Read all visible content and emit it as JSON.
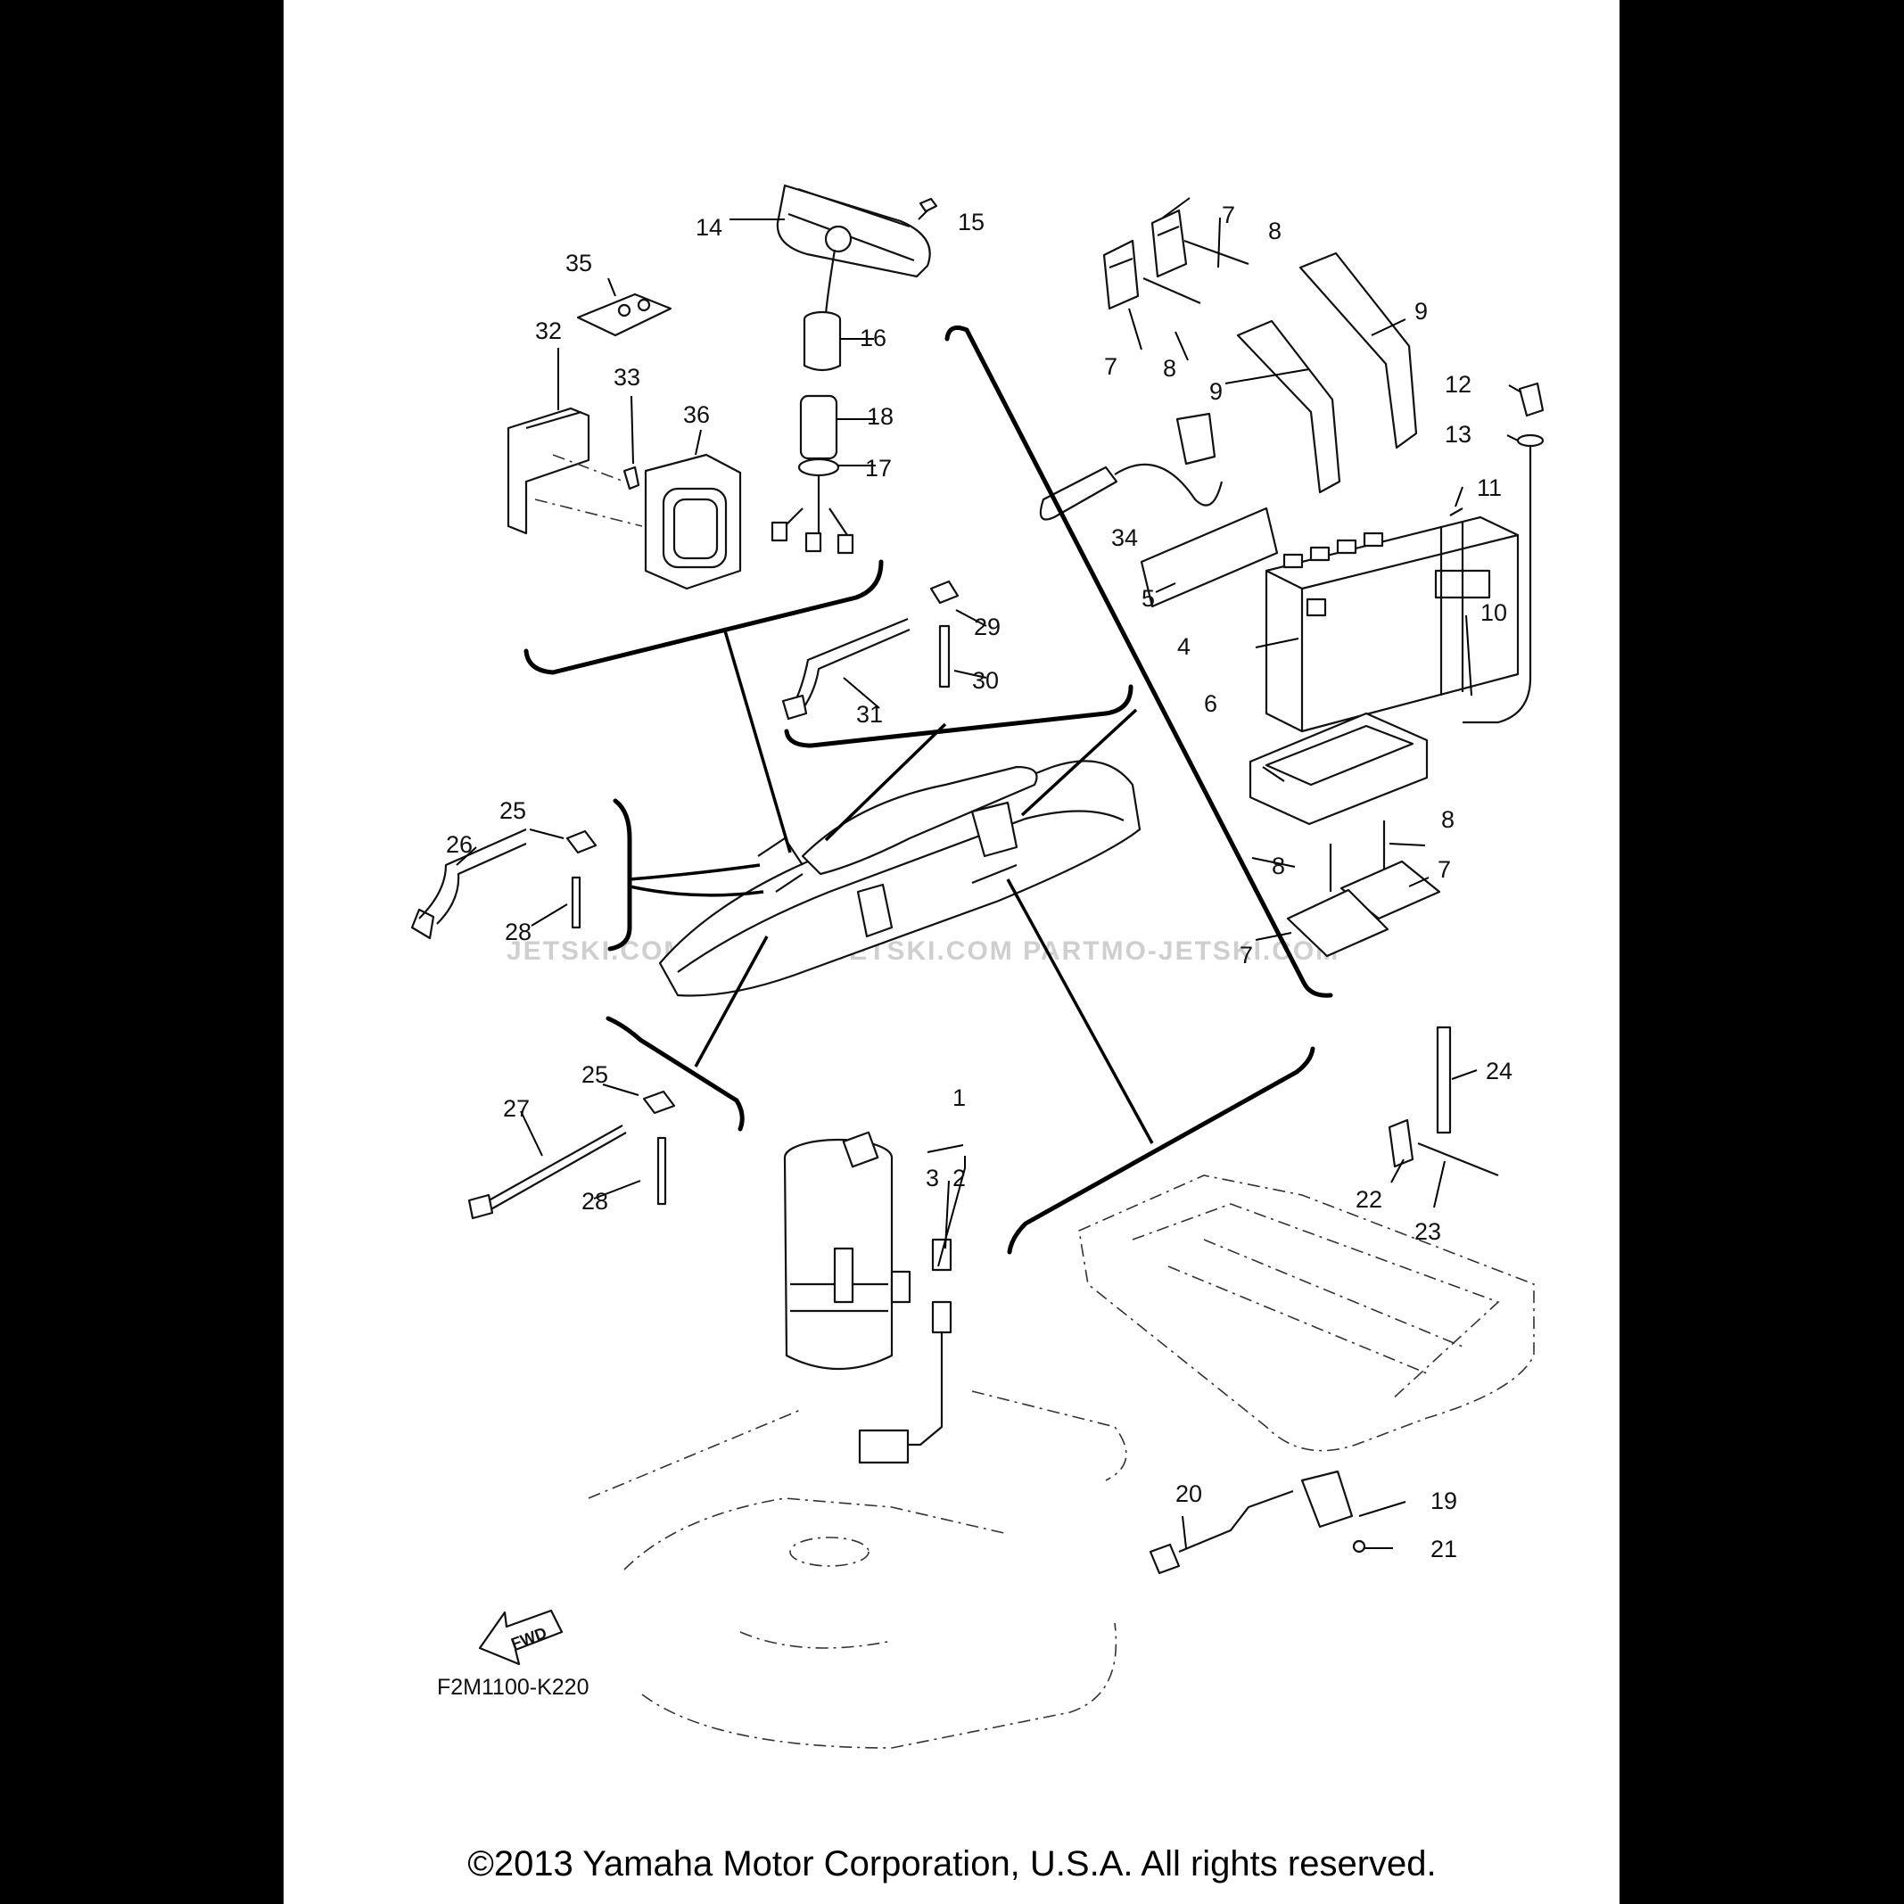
{
  "diagram": {
    "code": "F2M1100-K220",
    "fwd_label": "FWD",
    "watermark": "JETSKI.COM     PARTMO-JETSKI.COM     PARTMO-JETSKI.COM",
    "copyright": "©2013 Yamaha Motor Corporation, U.S.A. All rights reserved.",
    "callouts": [
      "1",
      "2",
      "3",
      "4",
      "5",
      "6",
      "7",
      "7",
      "7",
      "7",
      "8",
      "8",
      "8",
      "8",
      "9",
      "9",
      "10",
      "11",
      "12",
      "13",
      "14",
      "15",
      "16",
      "17",
      "18",
      "19",
      "20",
      "21",
      "22",
      "23",
      "24",
      "25",
      "25",
      "26",
      "27",
      "28",
      "28",
      "29",
      "30",
      "31",
      "32",
      "33",
      "34",
      "35",
      "36"
    ]
  }
}
